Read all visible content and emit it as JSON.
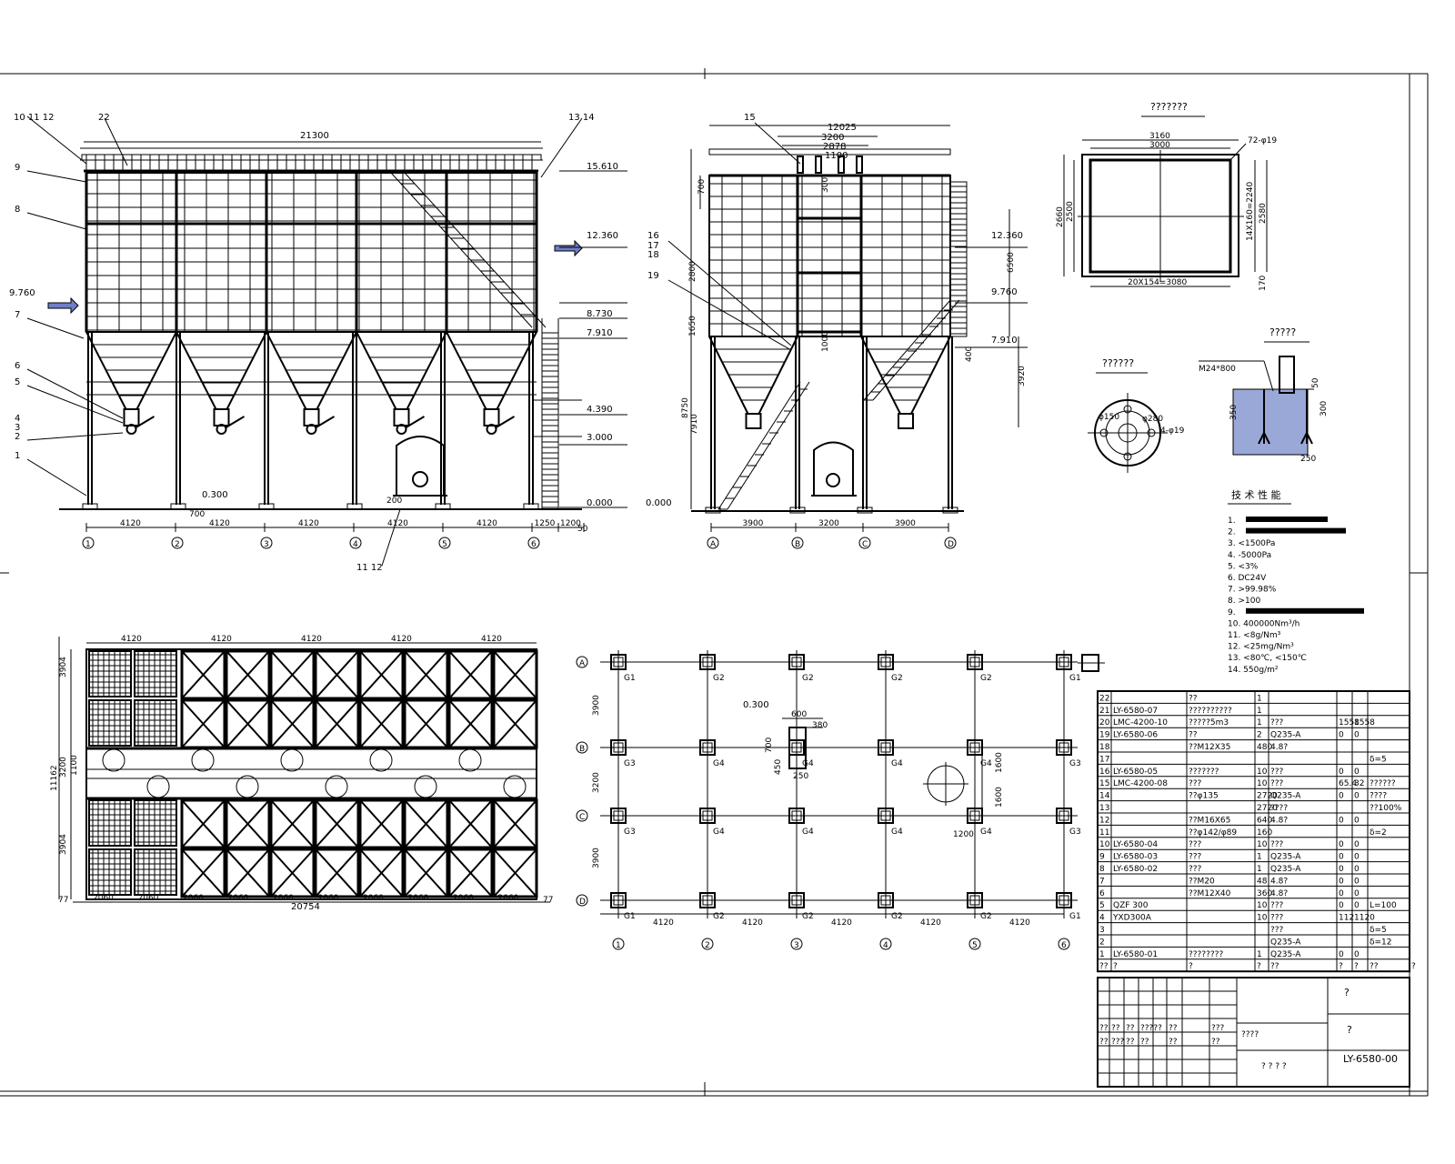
{
  "front_elevation": {
    "top_dim": "21300",
    "callouts_left": [
      "10 11 12",
      "22",
      "9",
      "8",
      "7",
      "6",
      "5",
      "4",
      "3",
      "2",
      "1"
    ],
    "callout_top_right": "13 14",
    "callout_bottom": "11 12",
    "elevations": [
      "15.610",
      "12.360",
      "9.760",
      "8.730",
      "7.910",
      "4.390",
      "3.000",
      "0.000",
      "0.300"
    ],
    "bay_dims": [
      "4120",
      "4120",
      "4120",
      "4120",
      "4120",
      "1250",
      "1200"
    ],
    "axis_labels": [
      "1",
      "2",
      "3",
      "4",
      "5",
      "6"
    ],
    "small_dims": [
      "700",
      "200",
      "50"
    ]
  },
  "side_elevation": {
    "top_dims": [
      "12025",
      "3200",
      "2878",
      "1100"
    ],
    "callouts": [
      "15",
      "16",
      "17",
      "18",
      "19"
    ],
    "left_dims": [
      "700",
      "2800",
      "1650",
      "8750",
      "7910"
    ],
    "right_dims": [
      "6500",
      "3920",
      "400"
    ],
    "elevations": [
      "12.360",
      "9.760",
      "7.910",
      "0.000"
    ],
    "bay_dims": [
      "3900",
      "3200",
      "3900"
    ],
    "axis_labels": [
      "A",
      "B",
      "C",
      "D"
    ],
    "small_dims": [
      "300",
      "1000"
    ]
  },
  "detail_frame": {
    "dims": [
      "3160",
      "3000",
      "72-φ19",
      "2660",
      "2500",
      "14X160=2240",
      "2580",
      "20X154=3080",
      "170"
    ]
  },
  "detail_flange": {
    "dims": [
      "φ150",
      "φ280",
      "4-φ19"
    ]
  },
  "detail_bolt": {
    "dims": [
      "M24*800",
      "50",
      "300",
      "350",
      "250"
    ]
  },
  "tech_notes": {
    "items": [
      "1.",
      "2.",
      "3.  <1500Pa",
      "4.  -5000Pa",
      "5.  <3%",
      "6.  DC24V",
      "7.  >99.98%",
      "8.  >100",
      "9.",
      "10.  400000Nm³/h",
      "11.  <8g/Nm³",
      "12.  <25mg/Nm³",
      "13.  <80℃, <150℃",
      "14.  550g/m²"
    ]
  },
  "plan_view": {
    "top_dims": [
      "4120",
      "4120",
      "4120",
      "4120",
      "4120"
    ],
    "bottom_dims": [
      "2060",
      "2060",
      "2060",
      "2060",
      "2060",
      "2060",
      "2060",
      "2060",
      "2060",
      "2060"
    ],
    "total": "20754",
    "side_dims": [
      "3904",
      "3200",
      "1100",
      "11162",
      "3904"
    ],
    "edge_dims": [
      "77",
      "77"
    ]
  },
  "foundation_plan": {
    "col_labels": [
      "G1",
      "G2",
      "G2",
      "G2",
      "G2",
      "G1"
    ],
    "row_dims": [
      "3900",
      "3200",
      "3900"
    ],
    "bay_dims": [
      "4120",
      "4120",
      "4120",
      "4120",
      "4120"
    ],
    "axis_labels_rows": [
      "A",
      "B",
      "C",
      "D"
    ],
    "axis_labels_cols": [
      "1",
      "2",
      "3",
      "4",
      "5",
      "6"
    ],
    "detail_dims": [
      "600",
      "380",
      "700",
      "450",
      "250",
      "1200",
      "1600",
      "1600"
    ],
    "elevation": "0.300"
  },
  "parts_table": {
    "rows": [
      {
        "no": "22",
        "code": "",
        "name": "??",
        "qty": "1",
        "mat": "",
        "w1": "",
        "w2": "",
        "note": ""
      },
      {
        "no": "21",
        "code": "LY-6580-07",
        "name": "??????????",
        "qty": "1",
        "mat": "",
        "w1": "",
        "w2": "",
        "note": ""
      },
      {
        "no": "20",
        "code": "LMC-4200-10",
        "name": "?????5m3",
        "qty": "1",
        "mat": "???",
        "w1": "1558",
        "w2": "1558",
        "note": ""
      },
      {
        "no": "19",
        "code": "LY-6580-06",
        "name": "??",
        "qty": "2",
        "mat": "Q235-A",
        "w1": "0",
        "w2": "0",
        "note": ""
      },
      {
        "no": "18",
        "code": "",
        "name": "??M12X35",
        "qty": "480",
        "mat": "4.8?",
        "w1": "",
        "w2": "",
        "note": ""
      },
      {
        "no": "17",
        "code": "",
        "name": "",
        "qty": "",
        "mat": "",
        "w1": "",
        "w2": "",
        "note": "δ=5"
      },
      {
        "no": "16",
        "code": "LY-6580-05",
        "name": "???????",
        "qty": "10",
        "mat": "???",
        "w1": "0",
        "w2": "0",
        "note": ""
      },
      {
        "no": "15",
        "code": "LMC-4200-08",
        "name": "???",
        "qty": "10",
        "mat": "???",
        "w1": "65.4",
        "w2": "32",
        "note": "??????"
      },
      {
        "no": "14",
        "code": "",
        "name": "??φ135",
        "qty": "2720",
        "mat": "Q235-A",
        "w1": "0",
        "w2": "0",
        "note": "????"
      },
      {
        "no": "13",
        "code": "",
        "name": "",
        "qty": "2720",
        "mat": "????",
        "w1": "",
        "w2": "",
        "note": "??100%"
      },
      {
        "no": "12",
        "code": "",
        "name": "??M16X65",
        "qty": "640",
        "mat": "4.8?",
        "w1": "0",
        "w2": "0",
        "note": ""
      },
      {
        "no": "11",
        "code": "",
        "name": "??φ142/φ89",
        "qty": "160",
        "mat": "",
        "w1": "",
        "w2": "",
        "note": "δ=2"
      },
      {
        "no": "10",
        "code": "LY-6580-04",
        "name": "???",
        "qty": "10",
        "mat": "???",
        "w1": "0",
        "w2": "0",
        "note": ""
      },
      {
        "no": "9",
        "code": "LY-6580-03",
        "name": "???",
        "qty": "1",
        "mat": "Q235-A",
        "w1": "0",
        "w2": "0",
        "note": ""
      },
      {
        "no": "8",
        "code": "LY-6580-02",
        "name": "???",
        "qty": "1",
        "mat": "Q235-A",
        "w1": "0",
        "w2": "0",
        "note": ""
      },
      {
        "no": "7",
        "code": "",
        "name": "??M20",
        "qty": "48",
        "mat": "4.8?",
        "w1": "0",
        "w2": "0",
        "note": ""
      },
      {
        "no": "6",
        "code": "",
        "name": "??M12X40",
        "qty": "360",
        "mat": "4.8?",
        "w1": "0",
        "w2": "0",
        "note": ""
      },
      {
        "no": "5",
        "code": "QZF 300",
        "name": "",
        "qty": "10",
        "mat": "???",
        "w1": "0",
        "w2": "0",
        "note": "L=100"
      },
      {
        "no": "4",
        "code": "YXD300A",
        "name": "",
        "qty": "10",
        "mat": "???",
        "w1": "112",
        "w2": "1120",
        "note": ""
      },
      {
        "no": "3",
        "code": "",
        "name": "",
        "qty": "",
        "mat": "???",
        "w1": "",
        "w2": "",
        "note": "δ=5"
      },
      {
        "no": "2",
        "code": "",
        "name": "",
        "qty": "",
        "mat": "Q235-A",
        "w1": "",
        "w2": "",
        "note": "δ=12"
      },
      {
        "no": "1",
        "code": "LY-6580-01",
        "name": "????????",
        "qty": "1",
        "mat": "Q235-A",
        "w1": "0",
        "w2": "0",
        "note": ""
      }
    ],
    "header": [
      "??",
      "?",
      "?",
      "?",
      "??",
      "?",
      "?",
      "??",
      "?"
    ]
  },
  "title_block": {
    "title1": "?",
    "title2": "?",
    "drawing_no": "LY-6580-00",
    "scale_label": "????",
    "qmarks": "? ? ? ?",
    "sign_cells": [
      "??",
      "??",
      "??",
      "?????",
      "??",
      "???",
      "??",
      "???",
      "??",
      "??",
      "??",
      "??"
    ]
  },
  "section_titles": {
    "frame": "???????",
    "flange": "??????",
    "bolt": "?????",
    "notes": "技 术 性 能"
  }
}
